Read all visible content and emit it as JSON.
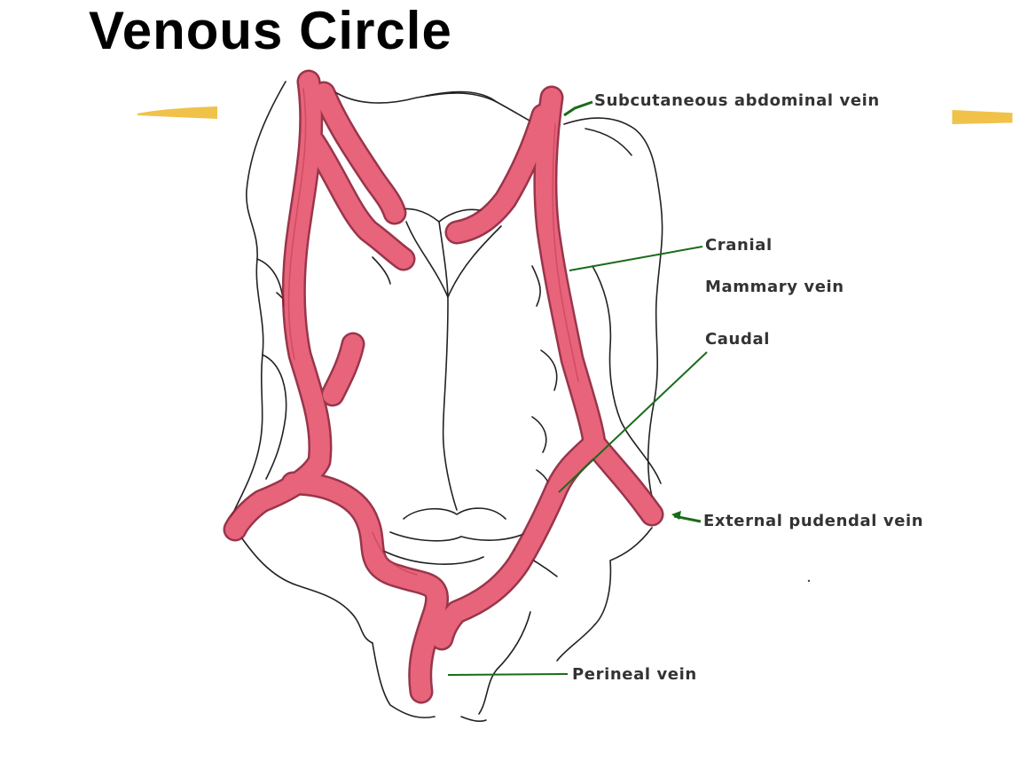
{
  "title": "Venous Circle",
  "labels": {
    "subcutaneous": "Subcutaneous abdominal vein",
    "cranial": "Cranial",
    "mammary": "Mammary vein",
    "caudal": "Caudal",
    "external_pudendal": "External pudendal vein",
    "perineal": "Perineal vein"
  },
  "colors": {
    "vein_fill": "#e8647a",
    "vein_stroke": "#8e2038",
    "outline": "#222222",
    "leader": "#1a6b1a",
    "swash": "#f0c24a"
  }
}
